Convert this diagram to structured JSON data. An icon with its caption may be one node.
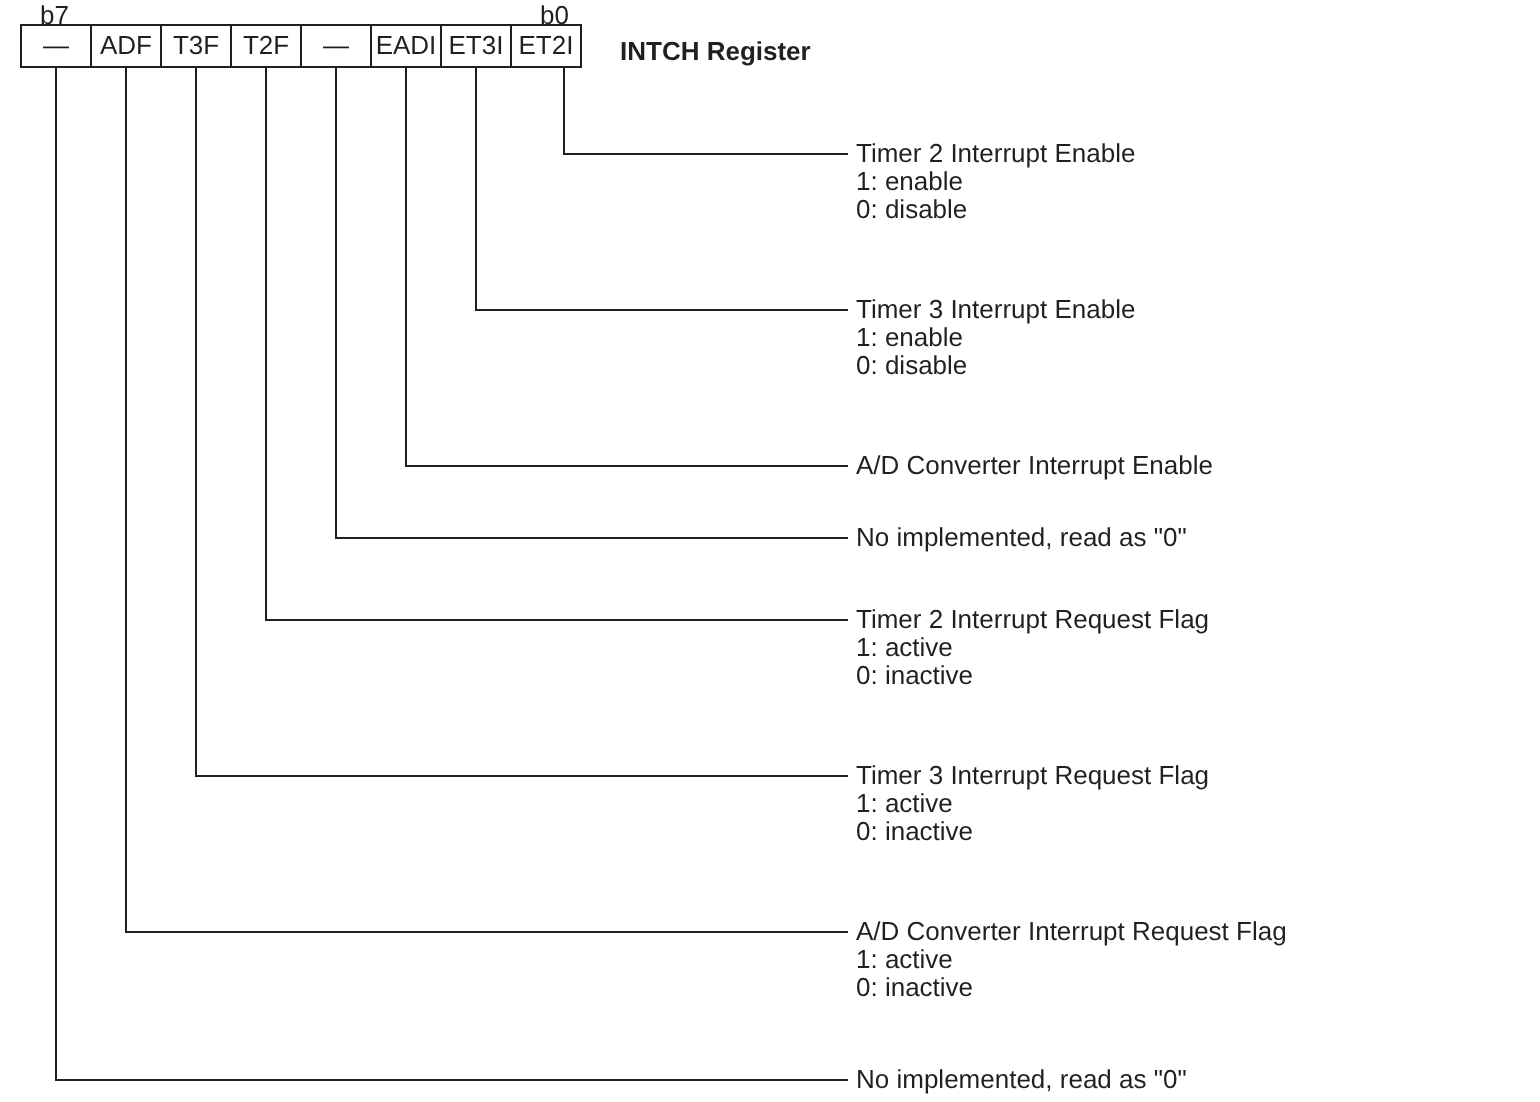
{
  "diagram": {
    "nodes": [
      {
        "text": [
          "—"
        ]
      },
      {
        "text": [
          "ADF"
        ]
      },
      {
        "text": [
          "T3F"
        ]
      },
      {
        "text": [
          "T2F"
        ]
      },
      {
        "text": [
          "—"
        ]
      },
      {
        "text": [
          "EADI"
        ]
      },
      {
        "text": [
          "ET3I"
        ]
      },
      {
        "text": [
          "ET2I"
        ]
      },
      {
        "text": [
          "Timer 2 Interrupt Enable",
          "1: enable",
          "0: disable"
        ]
      },
      {
        "text": [
          "Timer 3 Interrupt Enable",
          "1: enable",
          "0: disable"
        ]
      },
      {
        "text": [
          "A/D Converter Interrupt Enable"
        ]
      },
      {
        "text": [
          "No implemented, read as \"0\""
        ]
      },
      {
        "text": [
          "Timer 2 Interrupt Request Flag",
          "1: active",
          "0: inactive"
        ]
      },
      {
        "text": [
          "Timer 3 Interrupt Request Flag",
          "1: active",
          "0: inactive"
        ]
      },
      {
        "text": [
          "A/D Converter Interrupt Request Flag",
          "1: active",
          "0: inactive"
        ]
      },
      {
        "text": [
          "No implemented, read as \"0\""
        ]
      }
    ],
    "edges": [
      {
        "from": 7,
        "to": 8,
        "arrow": "none"
      },
      {
        "from": 6,
        "to": 9,
        "arrow": "none"
      },
      {
        "from": 5,
        "to": 10,
        "arrow": "none"
      },
      {
        "from": 4,
        "to": 11,
        "arrow": "none"
      },
      {
        "from": 3,
        "to": 12,
        "arrow": "none"
      },
      {
        "from": 2,
        "to": 13,
        "arrow": "none"
      },
      {
        "from": 1,
        "to": 14,
        "arrow": "none"
      },
      {
        "from": 0,
        "to": 15,
        "arrow": "none"
      }
    ],
    "labels": [
      "b7",
      "b0",
      "INTCH Register"
    ]
  }
}
